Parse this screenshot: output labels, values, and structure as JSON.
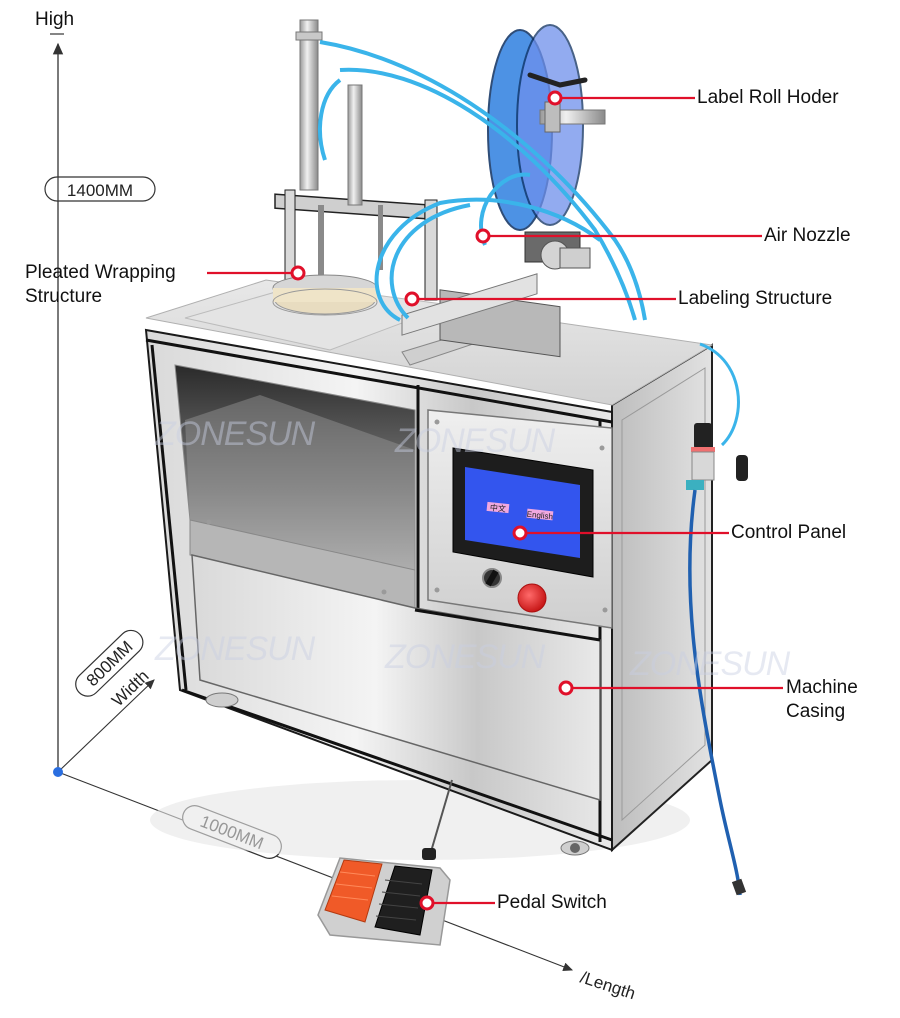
{
  "dimensions": {
    "height_axis_label": "High",
    "height_value": "1400MM",
    "width_value": "800MM",
    "width_axis_label": "Width",
    "length_value": "1000MM",
    "length_axis_label": "/Length"
  },
  "callouts": [
    {
      "id": "label-roll-holder",
      "text": "Label Roll Hoder"
    },
    {
      "id": "air-nozzle",
      "text": "Air Nozzle"
    },
    {
      "id": "pleated-wrapping",
      "text_line1": "Pleated Wrapping",
      "text_line2": "Structure"
    },
    {
      "id": "labeling-structure",
      "text": "Labeling Structure"
    },
    {
      "id": "control-panel",
      "text": "Control Panel"
    },
    {
      "id": "machine-casing",
      "text_line1": "Machine",
      "text_line2": "Casing"
    },
    {
      "id": "pedal-switch",
      "text": "Pedal Switch"
    }
  ],
  "hmi_screen": {
    "button_1": "中文",
    "button_2": "English"
  },
  "watermark": "ZONESUN",
  "colors": {
    "callout_red": "#e0102a",
    "dimension_dot_blue": "#2a6ee0",
    "hmi_blue": "#3355ee",
    "tube_blue": "#3ab4ea",
    "roll_blue": "#2f7fe0",
    "pedal_orange": "#f05a28"
  }
}
